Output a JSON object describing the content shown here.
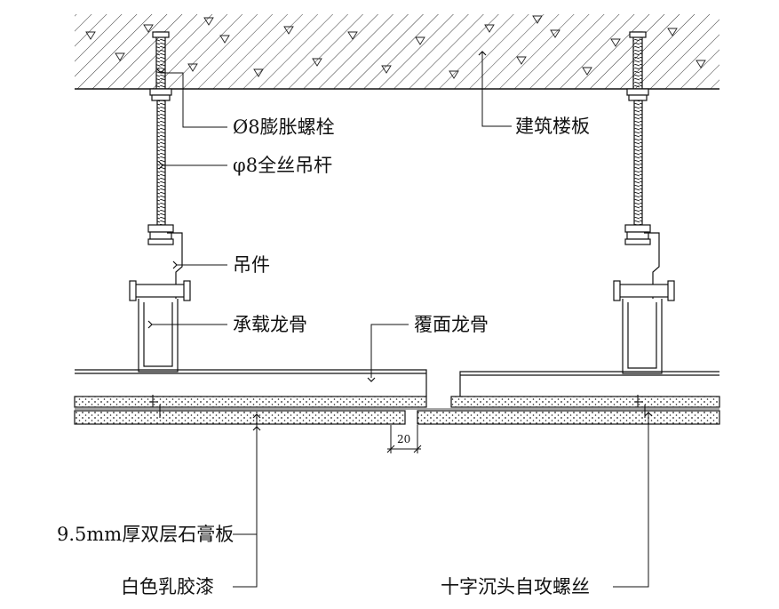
{
  "labels": {
    "expansion_bolt": "Ø8膨胀螺栓",
    "hanger_rod": "φ8全丝吊杆",
    "hanger_clip": "吊件",
    "main_keel": "承载龙骨",
    "cover_keel": "覆面龙骨",
    "floor_slab": "建筑楼板",
    "gypsum_board": "9.5mm厚双层石膏板",
    "latex_paint": "白色乳胶漆",
    "screw": "十字沉头自攻螺丝"
  },
  "dimension": {
    "gap": "20"
  },
  "colors": {
    "line": "#111111",
    "board_fill": "#ffffff"
  }
}
